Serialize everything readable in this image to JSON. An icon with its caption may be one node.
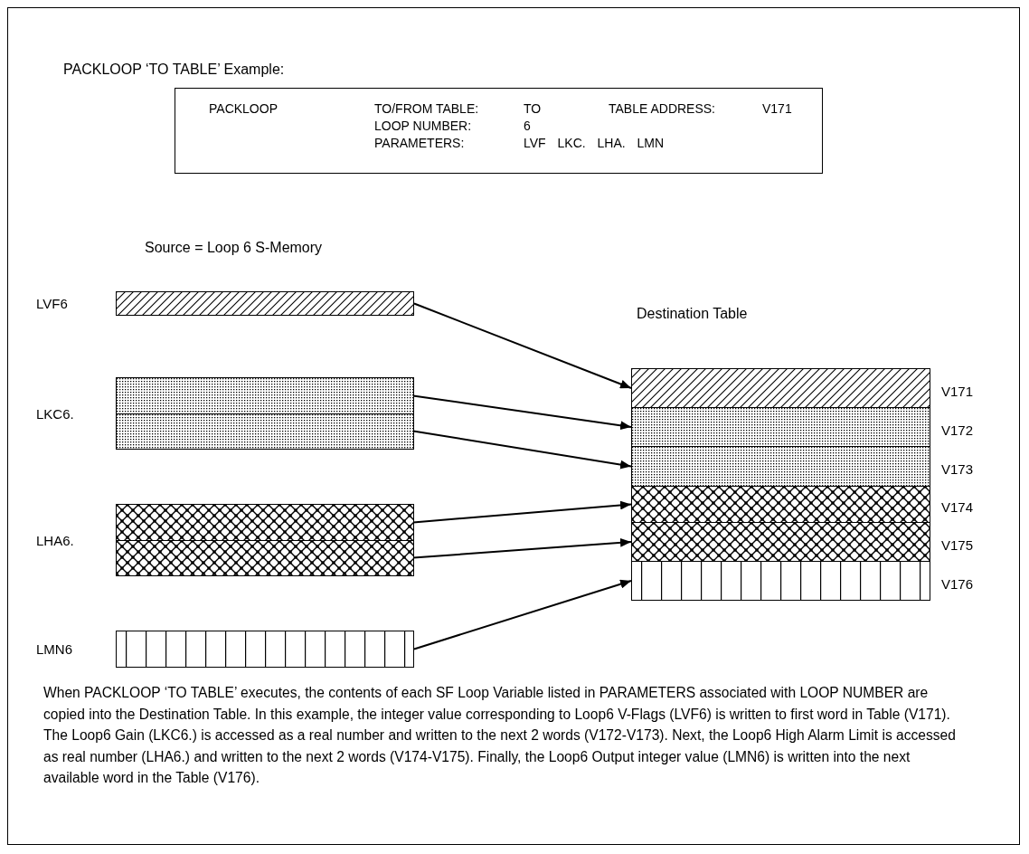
{
  "diagram": {
    "title": "PACKLOOP ‘TO TABLE’ Example:",
    "caption": "When PACKLOOP ‘TO TABLE’ executes, the contents of each SF Loop Variable listed in PARAMETERS associated with LOOP NUMBER are copied into the Destination Table. In this example, the integer value corresponding to Loop6 V-Flags (LVF6) is written to first word in Table (V171). The Loop6 Gain (LKC6.) is accessed as a real number and written to the next 2 words (V172-V173). Next, the Loop6 High Alarm Limit is accessed as real number (LHA6.) and written to the next 2 words (V174-V175). Finally, the Loop6 Output integer value (LMN6) is written into the next available word in the Table (V176).",
    "nodes": [
      {
        "text": [
          "PACKLOOP",
          "TO/FROM TABLE:",
          "TO",
          "TABLE ADDRESS:",
          "V171",
          "LOOP NUMBER:",
          "6",
          "PARAMETERS:",
          "LVF LKC. LHA. LMN"
        ]
      },
      {
        "text": [],
        "shape": "bar",
        "beside": [
          "LVF6"
        ]
      },
      {
        "text": [],
        "shape": "bar",
        "beside": [
          "LKC6."
        ]
      },
      {
        "text": [],
        "shape": "bar",
        "in": 2
      },
      {
        "text": [],
        "shape": "bar",
        "in": 2
      },
      {
        "text": [],
        "shape": "bar",
        "beside": [
          "LHA6."
        ]
      },
      {
        "text": [],
        "shape": "bar",
        "in": 5
      },
      {
        "text": [],
        "shape": "bar",
        "in": 5
      },
      {
        "text": [],
        "shape": "bar",
        "beside": [
          "LMN6"
        ]
      },
      {
        "text": [
          "Destination Table"
        ]
      },
      {
        "text": [],
        "shape": "bar",
        "in": 9,
        "beside": [
          "V171"
        ]
      },
      {
        "text": [],
        "shape": "bar",
        "in": 9,
        "beside": [
          "V172"
        ]
      },
      {
        "text": [],
        "shape": "bar",
        "in": 9,
        "beside": [
          "V173"
        ]
      },
      {
        "text": [],
        "shape": "bar",
        "in": 9,
        "beside": [
          "V174"
        ]
      },
      {
        "text": [],
        "shape": "bar",
        "in": 9,
        "beside": [
          "V175"
        ]
      },
      {
        "text": [],
        "shape": "bar",
        "in": 9,
        "beside": [
          "V176"
        ]
      }
    ],
    "edges": [
      {
        "from": 1,
        "to": 10,
        "arrow": "to"
      },
      {
        "from": 3,
        "to": 11,
        "arrow": "to"
      },
      {
        "from": 4,
        "to": 12,
        "arrow": "to"
      },
      {
        "from": 6,
        "to": 13,
        "arrow": "to"
      },
      {
        "from": 7,
        "to": 14,
        "arrow": "to"
      },
      {
        "from": 8,
        "to": 15,
        "arrow": "to"
      }
    ],
    "labels": [
      "Source = Loop 6 S-Memory"
    ]
  }
}
